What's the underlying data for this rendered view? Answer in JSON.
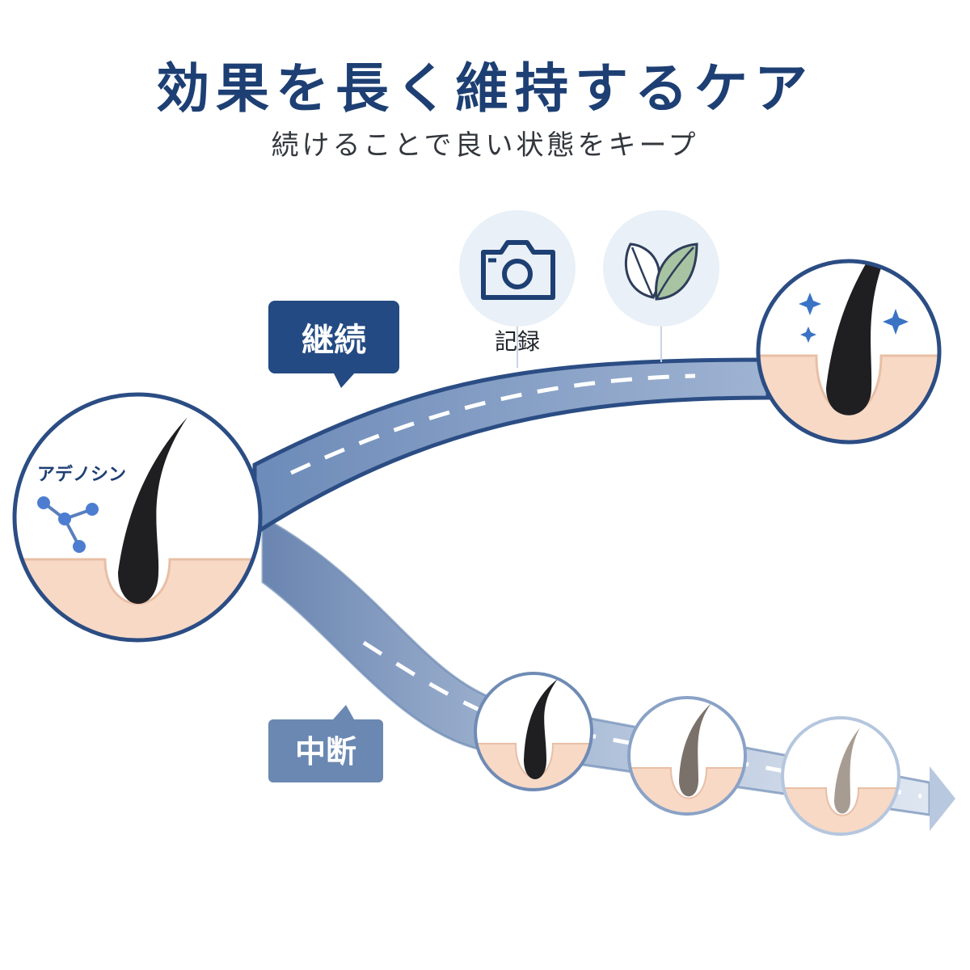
{
  "header": {
    "title": "効果を長く維持するケア",
    "subtitle": "続けることで良い状態をキープ"
  },
  "labels": {
    "continue": "継続",
    "record": "記録",
    "stop": "中断",
    "ingredient": "アデノシン"
  },
  "icons": {
    "camera": "camera-icon",
    "leaf": "leaf-icon",
    "molecule": "molecule-icon",
    "sparkle": "sparkle-icon"
  },
  "colors": {
    "navy": "#1d3f73",
    "road": "#5d7bab",
    "badge_faded": "#6d89b3",
    "skin": "#f7d9c6",
    "hair": "#1f1f22"
  }
}
